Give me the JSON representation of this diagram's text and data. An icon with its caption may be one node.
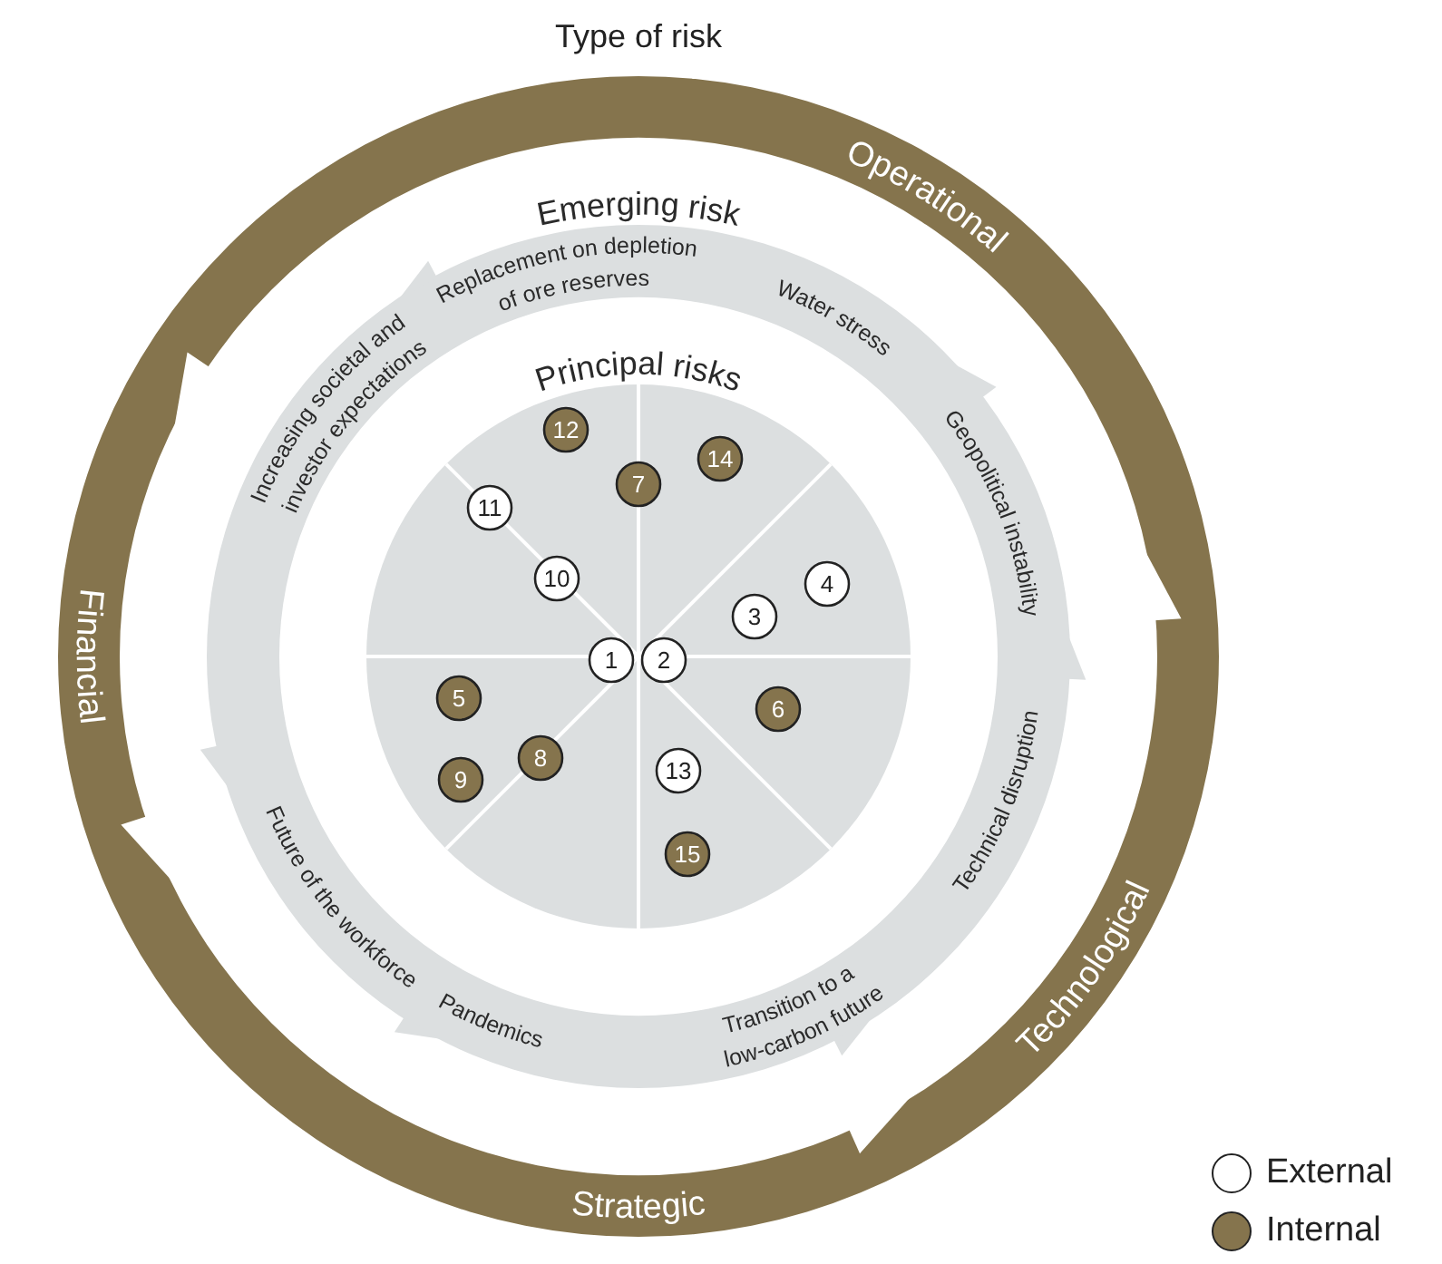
{
  "diagram": {
    "title": "Type of risk",
    "nodes": [
      {
        "text": [
          "1"
        ]
      },
      {
        "text": [
          "2"
        ]
      },
      {
        "text": [
          "3"
        ]
      },
      {
        "text": [
          "4"
        ]
      },
      {
        "text": [
          "5"
        ]
      },
      {
        "text": [
          "6"
        ]
      },
      {
        "text": [
          "7"
        ]
      },
      {
        "text": [
          "8"
        ]
      },
      {
        "text": [
          "9"
        ]
      },
      {
        "text": [
          "10"
        ]
      },
      {
        "text": [
          "11"
        ]
      },
      {
        "text": [
          "12"
        ]
      },
      {
        "text": [
          "13"
        ]
      },
      {
        "text": [
          "14"
        ]
      },
      {
        "text": [
          "15"
        ]
      }
    ],
    "labels": [
      "Operational",
      "Emerging risk",
      "Replacement on depletion of ore reserves",
      "Water stress",
      "Principal risks",
      "Increasing societal and investor expectations",
      "Geopolitical instability",
      "Financial",
      "Technical disruption",
      "Future of the workforce",
      "Technological",
      "Transition to a low-carbon future",
      "Pandemics",
      "Strategic"
    ],
    "legend": [
      {
        "text": "External",
        "color": "#ffffff"
      },
      {
        "text": "Internal",
        "color": "#85744d"
      }
    ]
  }
}
